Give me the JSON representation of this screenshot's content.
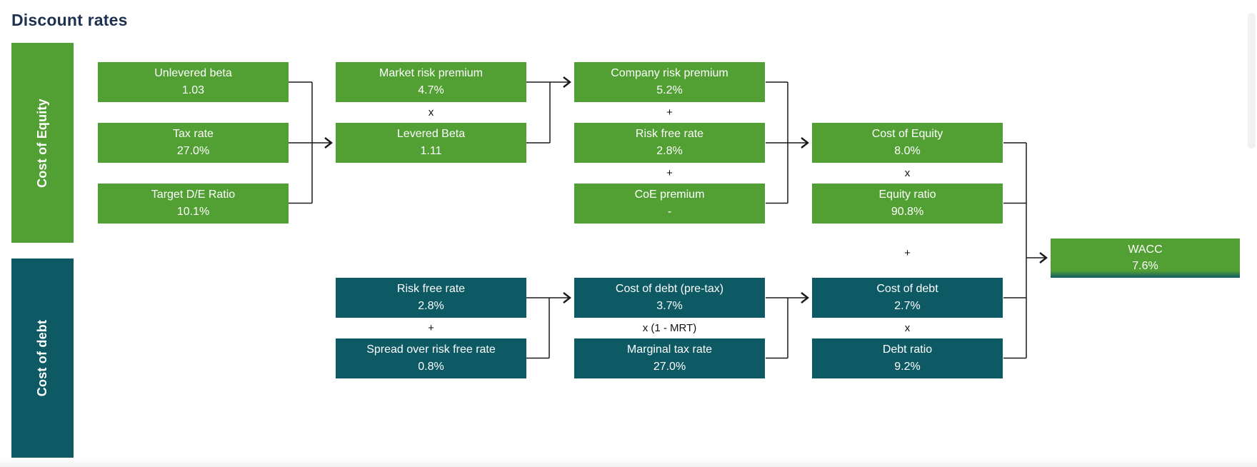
{
  "title": "Discount rates",
  "colors": {
    "equity_green": "#52a033",
    "debt_teal": "#0d5a64",
    "title_navy": "#1d3150",
    "line_black": "#1a1a1a"
  },
  "sections": {
    "equity": {
      "label": "Cost of Equity"
    },
    "debt": {
      "label": "Cost of debt"
    }
  },
  "nodes": {
    "unlevered_beta": {
      "label": "Unlevered beta",
      "value": "1.03"
    },
    "tax_rate": {
      "label": "Tax rate",
      "value": "27.0%"
    },
    "target_de_ratio": {
      "label": "Target D/E Ratio",
      "value": "10.1%"
    },
    "market_risk_premium": {
      "label": "Market risk premium",
      "value": "4.7%"
    },
    "levered_beta": {
      "label": "Levered Beta",
      "value": "1.11"
    },
    "company_risk_premium": {
      "label": "Company risk premium",
      "value": "5.2%"
    },
    "risk_free_rate_equity": {
      "label": "Risk free rate",
      "value": "2.8%"
    },
    "coe_premium": {
      "label": "CoE premium",
      "value": "-"
    },
    "cost_of_equity": {
      "label": "Cost of Equity",
      "value": "8.0%"
    },
    "equity_ratio": {
      "label": "Equity ratio",
      "value": "90.8%"
    },
    "risk_free_rate_debt": {
      "label": "Risk free rate",
      "value": "2.8%"
    },
    "spread_over_rfr": {
      "label": "Spread over risk free rate",
      "value": "0.8%"
    },
    "cost_of_debt_pretax": {
      "label": "Cost of debt (pre-tax)",
      "value": "3.7%"
    },
    "marginal_tax_rate": {
      "label": "Marginal tax rate",
      "value": "27.0%"
    },
    "cost_of_debt": {
      "label": "Cost of debt",
      "value": "2.7%"
    },
    "debt_ratio": {
      "label": "Debt ratio",
      "value": "9.2%"
    },
    "wacc": {
      "label": "WACC",
      "value": "7.6%"
    }
  },
  "operators": {
    "beta_multiply": "x",
    "company_plus_rfr": "+",
    "rfr_plus_coe": "+",
    "coe_times_equity": "x",
    "equity_plus_debt": "+",
    "rfr_plus_spread": "+",
    "pretax_times_mrt": "x (1 - MRT)",
    "cod_times_debt_ratio": "x"
  }
}
